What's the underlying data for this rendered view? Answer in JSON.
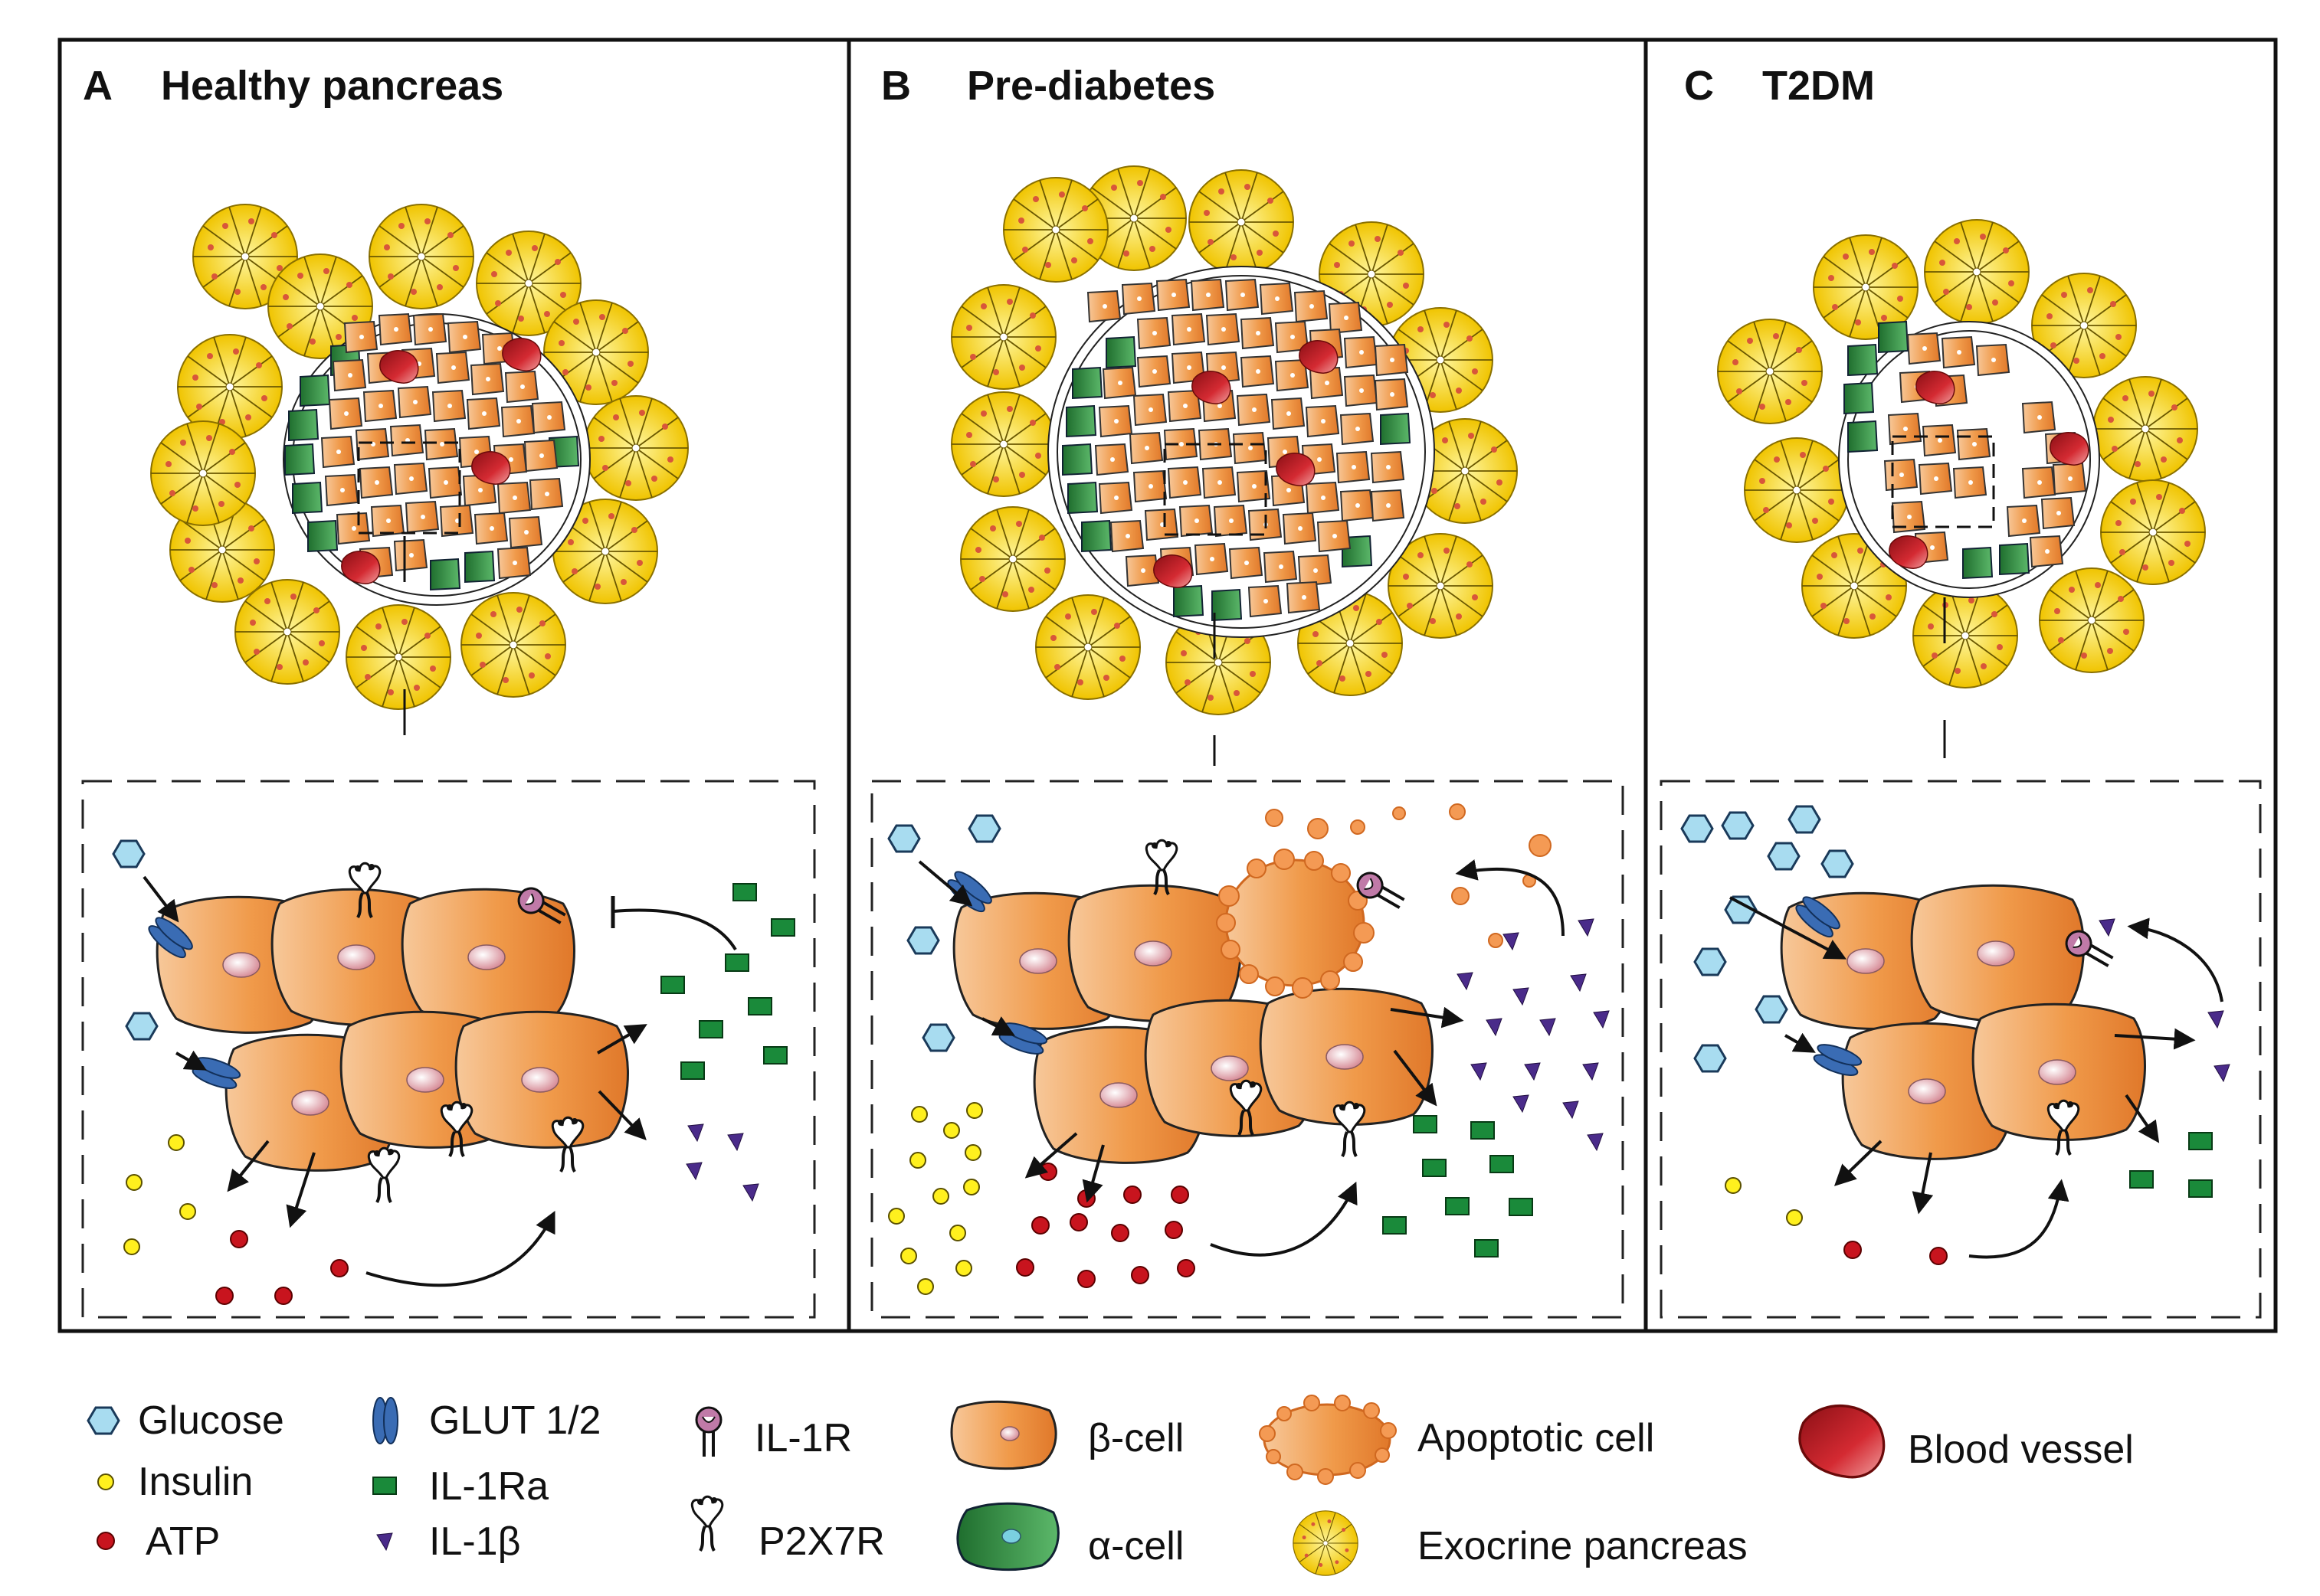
{
  "panels": [
    {
      "letter": "A",
      "title": "Healthy pancreas"
    },
    {
      "letter": "B",
      "title": "Pre-diabetes"
    },
    {
      "letter": "C",
      "title": "T2DM"
    }
  ],
  "legend": {
    "glucose": "Glucose",
    "insulin": "Insulin",
    "atp": "ATP",
    "glut": "GLUT 1/2",
    "il1ra": "IL-1Ra",
    "il1b": "IL-1β",
    "il1r": "IL-1R",
    "p2x7r": "P2X7R",
    "beta_cell": "β-cell",
    "alpha_cell": "α-cell",
    "apoptotic": "Apoptotic cell",
    "exocrine": "Exocrine pancreas",
    "blood_vessel": "Blood vessel"
  },
  "colors": {
    "glucose": "#a8dcf0",
    "insulin": "#fff01e",
    "atp": "#c8141e",
    "glut": "#3a6cb4",
    "il1ra": "#1a8a3a",
    "il1b": "#4a2b8a",
    "il1r": "#c07aa8",
    "beta_cell": "#f0a050",
    "alpha_cell": "#2e8a3e",
    "exocrine": "#f5cc10",
    "blood_vessel": "#c41c24"
  }
}
